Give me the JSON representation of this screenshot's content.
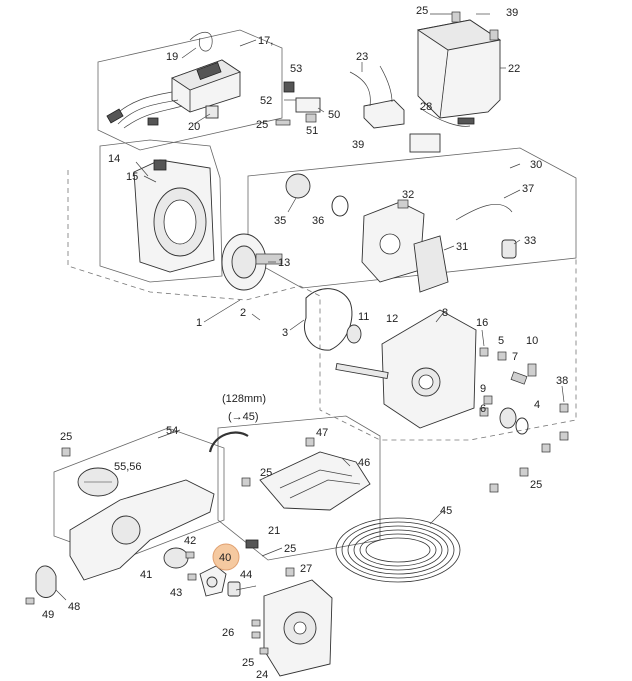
{
  "diagram": {
    "labels": {
      "p1": "1",
      "p2": "2",
      "p3": "3",
      "p4": "4",
      "p5": "5",
      "p6": "6",
      "p7": "7",
      "p8": "8",
      "p9": "9",
      "p10": "10",
      "p11": "11",
      "p12": "12",
      "p13": "13",
      "p14": "14",
      "p15": "15",
      "p16": "16",
      "p17": "17,",
      "p19": "19",
      "p20": "20",
      "p21": "21",
      "p22": "22",
      "p23": "23",
      "p24": "24",
      "p25a": "25",
      "p25b": "25",
      "p25c": "25",
      "p25d": "25",
      "p25e": "25",
      "p25f": "25",
      "p25g": "25",
      "p26": "26",
      "p27": "27",
      "p28": "28",
      "p30": "30",
      "p31": "31",
      "p32": "32",
      "p33": "33",
      "p35": "35",
      "p36": "36",
      "p37": "37",
      "p38": "38",
      "p39a": "39",
      "p39b": "39",
      "p40": "40",
      "p41": "41",
      "p42": "42",
      "p43": "43",
      "p44": "44",
      "p45": "45",
      "p46": "46",
      "p47": "47",
      "p48": "48",
      "p49": "49",
      "p50": "50",
      "p51": "51",
      "p52": "52",
      "p53": "53",
      "p54": "54",
      "p5556": "55,56"
    },
    "hose_note_line1": "(128mm)",
    "hose_note_line2": "(→45)",
    "highlight_color": "#f5c9a0",
    "highlight_stroke": "#e0a070"
  }
}
